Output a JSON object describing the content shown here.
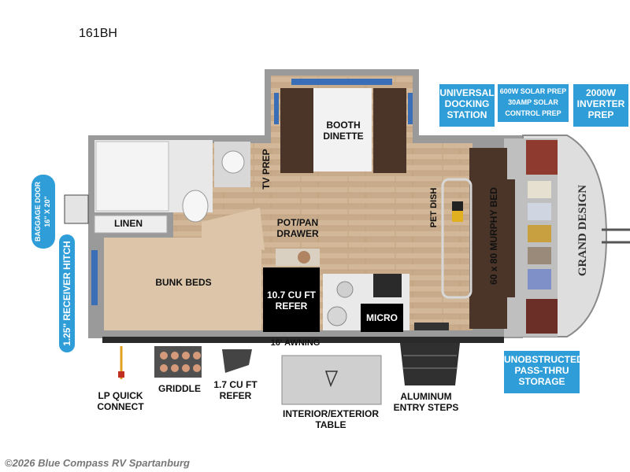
{
  "model": "161BH",
  "copyright": "©2026 Blue Compass RV Spartanburg",
  "rooms": {
    "booth_dinette": "BOOTH\nDINETTE",
    "tv_prep": "TV PREP",
    "pet_dish": "PET DISH",
    "murphy_bed": "60 x 80 MURPHY BED",
    "linen": "LINEN",
    "pot_pan_drawer": "POT/PAN\nDRAWER",
    "bunk_beds": "BUNK BEDS",
    "refer_107": "10.7 CU FT\nREFER",
    "micro": "MICRO",
    "awning": "16' AWNING"
  },
  "exterior": {
    "lp_quick_connect": "LP QUICK\nCONNECT",
    "griddle": "GRIDDLE",
    "refer_17": "1.7 CU FT\nREFER",
    "table": "INTERIOR/EXTERIOR TABLE",
    "entry_steps": "ALUMINUM\nENTRY STEPS",
    "brand": "GRAND DESIGN"
  },
  "callouts": {
    "docking_station": "UNIVERSAL\nDOCKING\nSTATION",
    "solar": "600W SOLAR PREP\n30AMP SOLAR\nCONTROL PREP",
    "inverter": "2000W\nINVERTER\nPREP",
    "pass_thru": "UNOBSTRUCTED\nPASS-THRU\nSTORAGE",
    "baggage_door": "BAGGAGE DOOR\n16\" X 20\"",
    "receiver_hitch": "1.25\" RECEIVER HITCH"
  },
  "colors": {
    "accent_blue": "#2f9ed8",
    "floor_wood": "#c9ad8d",
    "dark_wood": "#4a3528",
    "bunk_tan": "#dcc5a8"
  }
}
